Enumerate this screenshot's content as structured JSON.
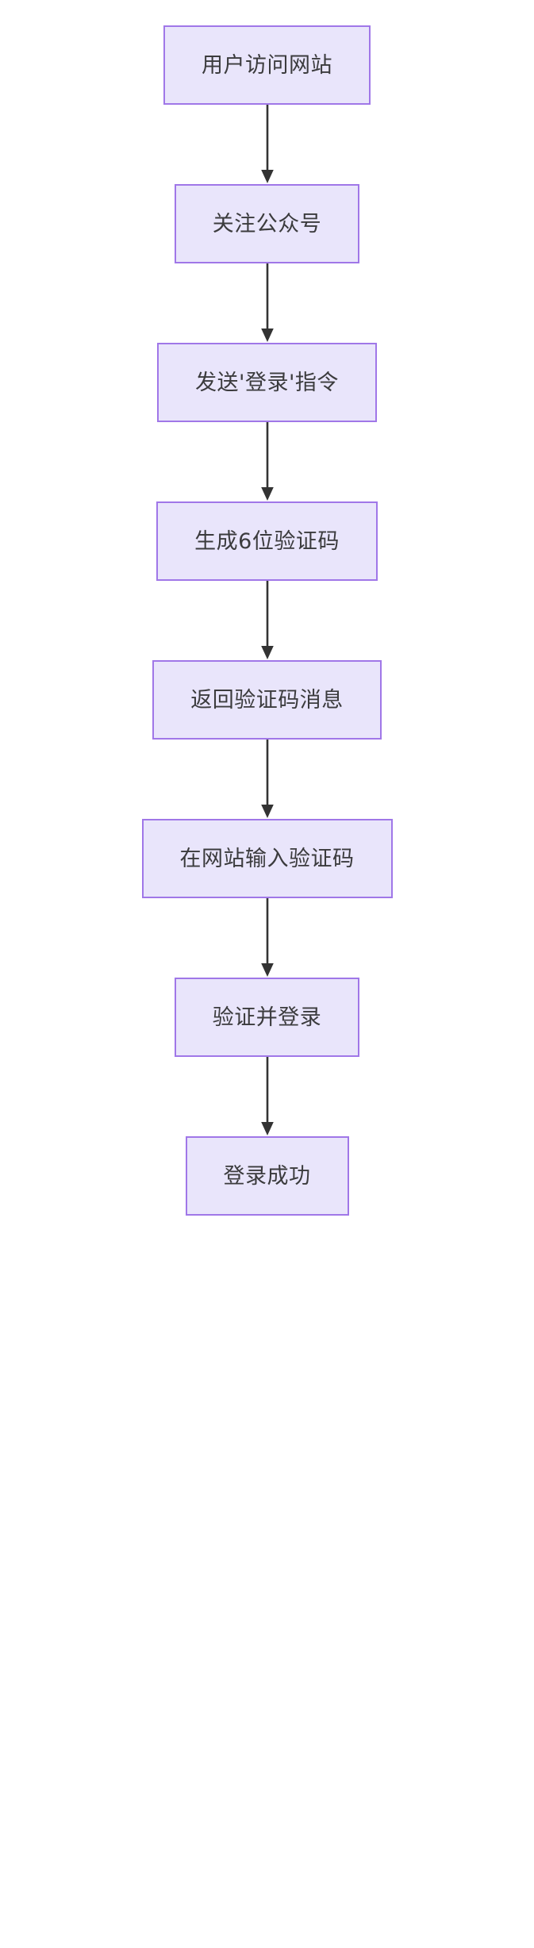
{
  "diagram": {
    "type": "flowchart",
    "orientation": "top-to-bottom",
    "title": "",
    "colors": {
      "node_fill": "#e9e5fb",
      "node_border": "#a077e8",
      "node_text": "#3b3b3d",
      "edge_line": "#333333",
      "background": "#ffffff"
    },
    "nodes": [
      {
        "id": "n1",
        "label": "用户访问网站"
      },
      {
        "id": "n2",
        "label": "关注公众号"
      },
      {
        "id": "n3",
        "label": "发送'登录'指令"
      },
      {
        "id": "n4",
        "label": "生成6位验证码"
      },
      {
        "id": "n5",
        "label": "返回验证码消息"
      },
      {
        "id": "n6",
        "label": "在网站输入验证码"
      },
      {
        "id": "n7",
        "label": "验证并登录"
      },
      {
        "id": "n8",
        "label": "登录成功"
      }
    ],
    "edges": [
      {
        "from": "n1",
        "to": "n2",
        "label": ""
      },
      {
        "from": "n2",
        "to": "n3",
        "label": ""
      },
      {
        "from": "n3",
        "to": "n4",
        "label": ""
      },
      {
        "from": "n4",
        "to": "n5",
        "label": ""
      },
      {
        "from": "n5",
        "to": "n6",
        "label": ""
      },
      {
        "from": "n6",
        "to": "n7",
        "label": ""
      },
      {
        "from": "n7",
        "to": "n8",
        "label": ""
      }
    ]
  }
}
